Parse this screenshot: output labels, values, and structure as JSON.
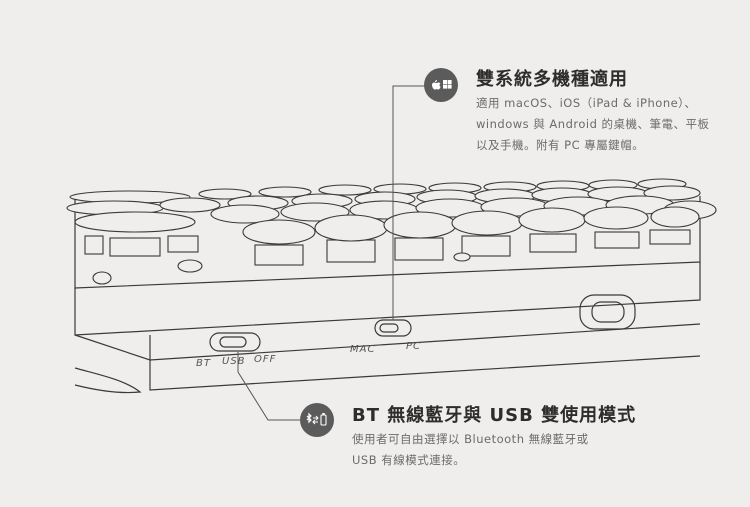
{
  "feature_os": {
    "title": "雙系統多機種適用",
    "description": "適用 macOS、iOS（iPad & iPhone）、windows 與 Android 的桌機、筆電、平板以及手機。附有 PC 專屬鍵帽。",
    "icon": "apple-windows-icon"
  },
  "feature_connect": {
    "title": "BT 無線藍牙與 USB 雙使用模式",
    "description": "使用者可自由選擇以 Bluetooth 無線藍牙或 USB 有線模式連接。",
    "icon": "bluetooth-usb-icon"
  },
  "switch_labels": {
    "bt": "BT",
    "usb": "USB",
    "off": "OFF",
    "mac": "MAC",
    "pc": "PC"
  },
  "colors": {
    "background": "#efeeec",
    "line": "#3a3a3a",
    "badge": "#5b5b5b"
  }
}
